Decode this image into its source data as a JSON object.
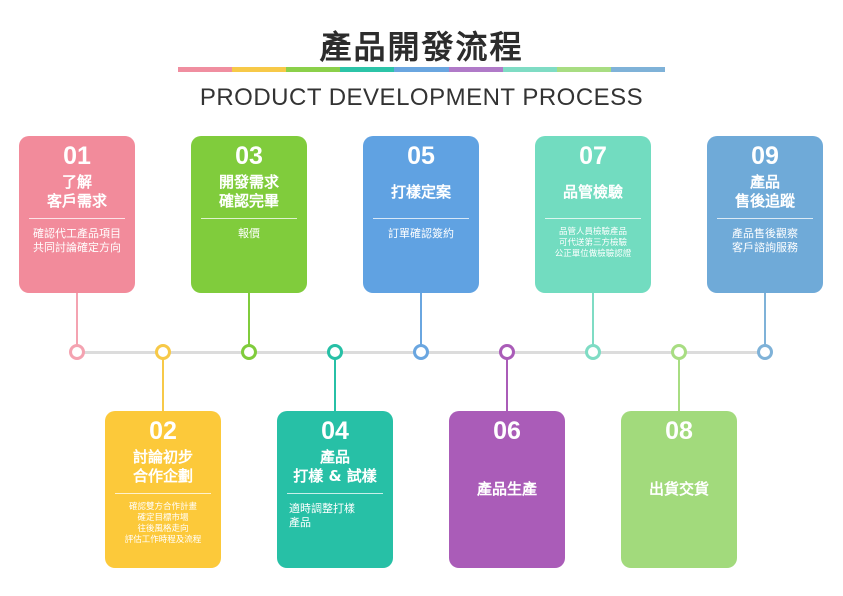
{
  "header": {
    "title": "產品開發流程",
    "subtitle": "PRODUCT DEVELOPMENT PROCESS",
    "bar_colors": [
      "#f08ea0",
      "#f7c948",
      "#8bd04a",
      "#2cc4a8",
      "#6aa6e0",
      "#b07ac8",
      "#7fdcc4",
      "#a8dd82",
      "#7fb2d8"
    ]
  },
  "steps": [
    {
      "num": "01",
      "title": "了解\n客戶需求",
      "desc": "確認代工產品項目\n共同討論確定方向",
      "color": "#f28b9b",
      "line": "#f4a3b1"
    },
    {
      "num": "02",
      "title": "討論初步\n合作企劃",
      "desc": "確認雙方合作計畫\n確定目標市場\n往後風格走向\n評估工作時程及流程",
      "color": "#fcc93a",
      "line": "#f7c948"
    },
    {
      "num": "03",
      "title": "開發需求\n確認完畢",
      "desc": "報價",
      "color": "#80cc3c",
      "line": "#80cc3c"
    },
    {
      "num": "04",
      "title": "產品\n打樣 & 試樣",
      "desc": "適時調整打樣\n產品",
      "color": "#27c0a6",
      "line": "#27c0a6"
    },
    {
      "num": "05",
      "title": "打樣定案",
      "desc": "訂單確認簽約",
      "color": "#60a2e2",
      "line": "#6aa6e0"
    },
    {
      "num": "06",
      "title": "產品生產",
      "desc": "",
      "color": "#aa5cb8",
      "line": "#aa5cb8"
    },
    {
      "num": "07",
      "title": "品管檢驗",
      "desc": "品管人員檢驗產品\n可代送第三方檢驗\n公正單位做檢驗認證",
      "color": "#72dcc0",
      "line": "#7fdcc4"
    },
    {
      "num": "08",
      "title": "出貨交貨",
      "desc": "",
      "color": "#a2da7c",
      "line": "#a8dd82"
    },
    {
      "num": "09",
      "title": "產品\n售後追蹤",
      "desc": "產品售後觀察\n客戶諮詢服務",
      "color": "#6faad8",
      "line": "#7fb2d8"
    }
  ]
}
